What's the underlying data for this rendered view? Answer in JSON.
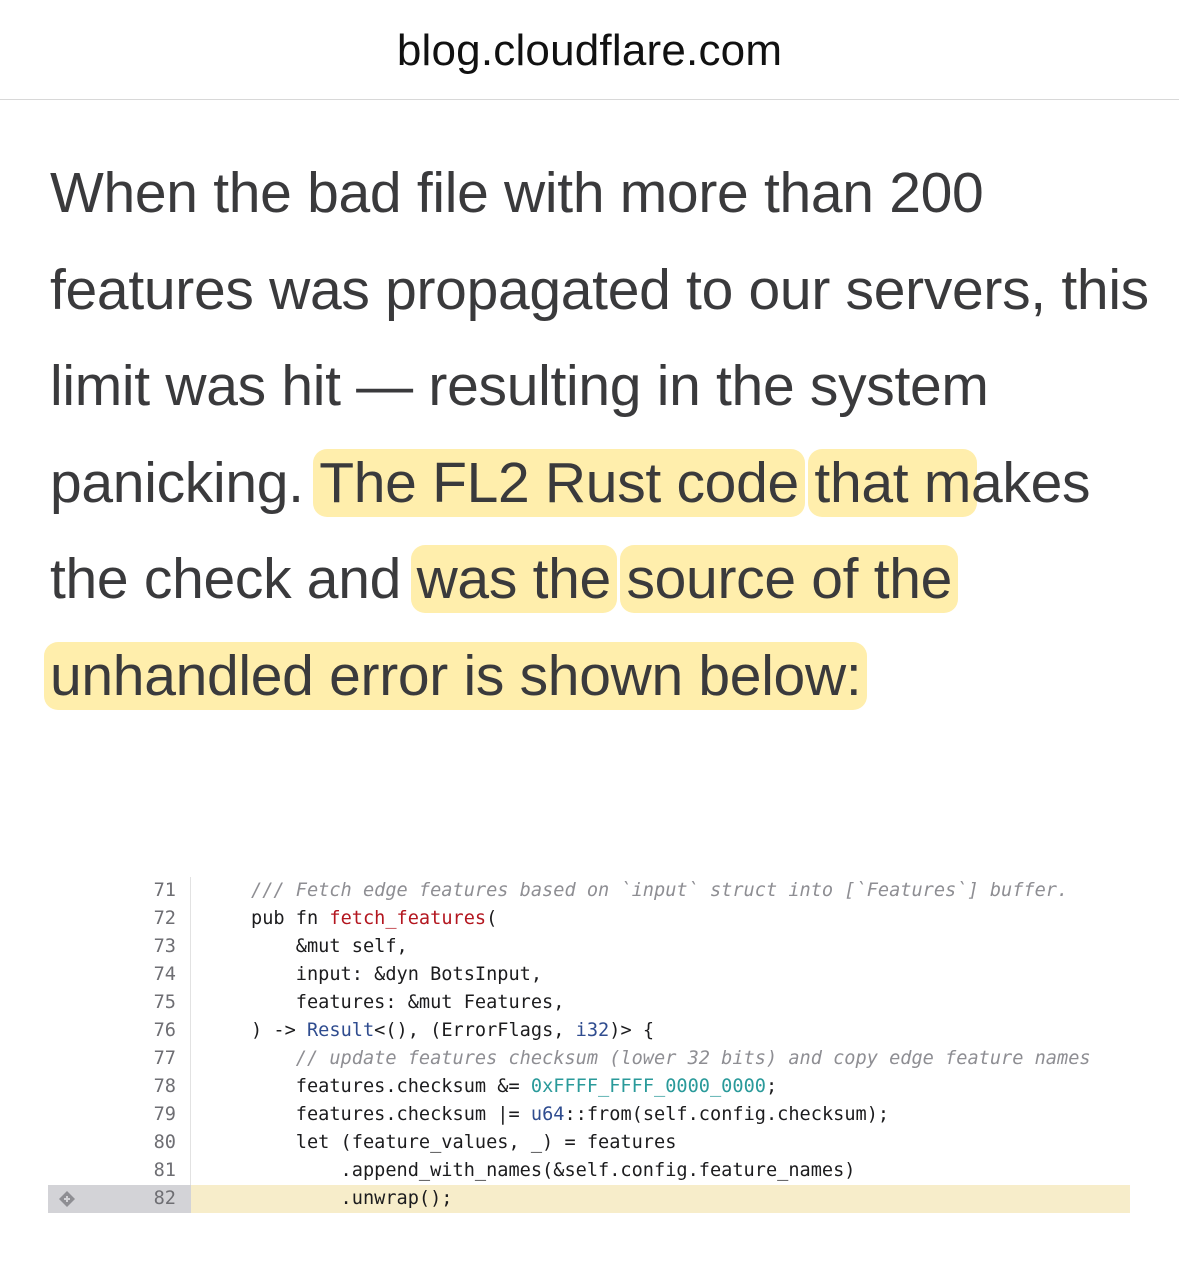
{
  "browser": {
    "url": "blog.cloudflare.com"
  },
  "article": {
    "p1": "When the bad file with more than 200 features was propagated to our servers, this limit was hit — resulting in the system panicking. ",
    "h1": "The FL2 Rust code",
    "p2": " ",
    "h2": "that m",
    "p3": "akes the check and ",
    "h3": "was the",
    "p4": " ",
    "h4": "source of the unhandled error is shown below:",
    "highlight_color": "#ffda46"
  },
  "code": {
    "current_line": "82",
    "lines": [
      {
        "num": "71",
        "tokens": [
          [
            "/// Fetch edge features based on `input` struct into [`Features`] buffer.",
            "com"
          ]
        ]
      },
      {
        "num": "72",
        "tokens": [
          [
            "pub fn ",
            "kw"
          ],
          [
            "fetch_features",
            "fn"
          ],
          [
            "(",
            "plain"
          ]
        ]
      },
      {
        "num": "73",
        "tokens": [
          [
            "    &mut self,",
            "plain"
          ]
        ]
      },
      {
        "num": "74",
        "tokens": [
          [
            "    input: &dyn BotsInput,",
            "plain"
          ]
        ]
      },
      {
        "num": "75",
        "tokens": [
          [
            "    features: &mut Features,",
            "plain"
          ]
        ]
      },
      {
        "num": "76",
        "tokens": [
          [
            ") -> ",
            "plain"
          ],
          [
            "Result",
            "type"
          ],
          [
            "<(), (ErrorFlags, ",
            "plain"
          ],
          [
            "i32",
            "type"
          ],
          [
            ")> {",
            "plain"
          ]
        ]
      },
      {
        "num": "77",
        "tokens": [
          [
            "    // update features checksum (lower 32 bits) and copy edge feature names",
            "com"
          ]
        ]
      },
      {
        "num": "78",
        "tokens": [
          [
            "    features.checksum &= ",
            "plain"
          ],
          [
            "0xFFFF_FFFF_0000_0000",
            "num"
          ],
          [
            ";",
            "plain"
          ]
        ]
      },
      {
        "num": "79",
        "tokens": [
          [
            "    features.checksum |= ",
            "plain"
          ],
          [
            "u64",
            "type"
          ],
          [
            "::from(self.config.checksum);",
            "plain"
          ]
        ]
      },
      {
        "num": "80",
        "tokens": [
          [
            "    let (feature_values, _) = features",
            "plain"
          ]
        ]
      },
      {
        "num": "81",
        "tokens": [
          [
            "        .append_with_names(&self.config.feature_names)",
            "plain"
          ]
        ]
      },
      {
        "num": "82",
        "tokens": [
          [
            "        .unwrap();",
            "plain"
          ]
        ]
      }
    ]
  }
}
